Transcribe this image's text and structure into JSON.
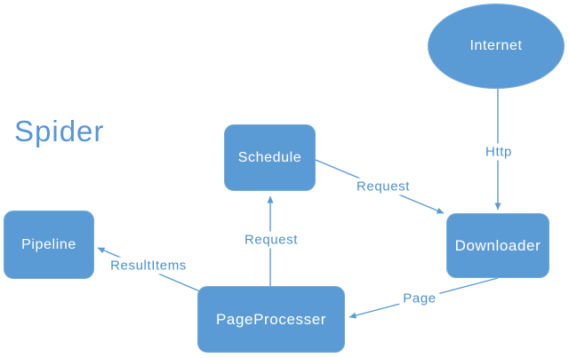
{
  "title": "Spider",
  "colors": {
    "node_fill": "#5b9bd5",
    "node_border": "#74abdd",
    "node_text": "#ffffff",
    "arrow": "#5b9bd5",
    "edge_label": "#4a90d2",
    "title_color": "#5596da",
    "background": "#ffffff"
  },
  "nodes": [
    {
      "id": "internet",
      "label": "Internet",
      "shape": "ellipse"
    },
    {
      "id": "schedule",
      "label": "Schedule",
      "shape": "rounded-rect"
    },
    {
      "id": "downloader",
      "label": "Downloader",
      "shape": "rounded-rect"
    },
    {
      "id": "pipeline",
      "label": "Pipeline",
      "shape": "rounded-rect"
    },
    {
      "id": "pageprocesser",
      "label": "PageProcesser",
      "shape": "rounded-rect"
    }
  ],
  "edges": [
    {
      "from": "internet",
      "to": "downloader",
      "label": "Http"
    },
    {
      "from": "schedule",
      "to": "downloader",
      "label": "Request"
    },
    {
      "from": "pageprocesser",
      "to": "schedule",
      "label": "Request"
    },
    {
      "from": "pageprocesser",
      "to": "pipeline",
      "label": "ResultItems"
    },
    {
      "from": "downloader",
      "to": "pageprocesser",
      "label": "Page"
    }
  ]
}
